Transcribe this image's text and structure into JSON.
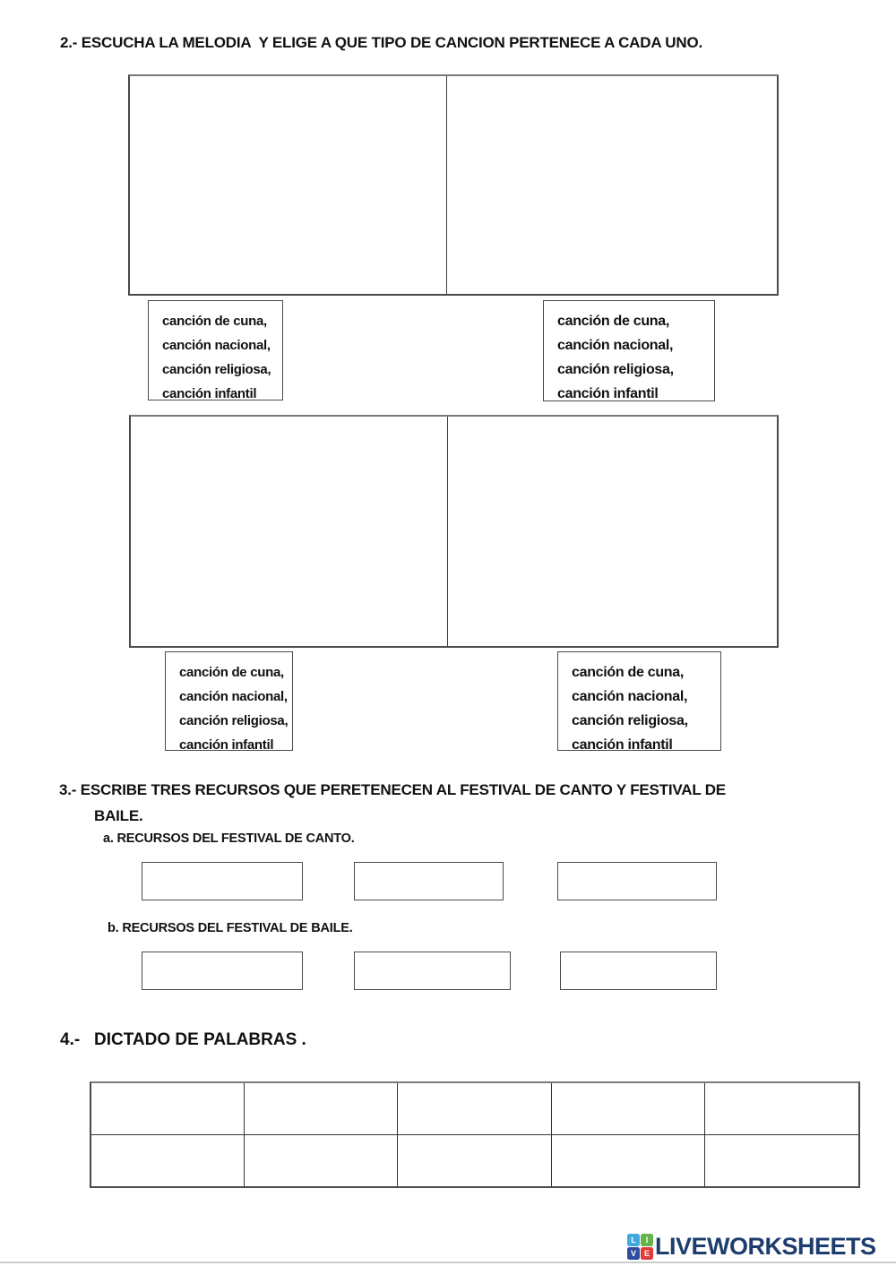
{
  "section2": {
    "title": "2.- ESCUCHA LA MELODIA  Y ELIGE A QUE TIPO DE CANCION PERTENECE A CADA UNO.",
    "option_lines": [
      "canción de cuna,",
      "canción nacional,",
      "canción religiosa,",
      "canción infantil"
    ]
  },
  "section3": {
    "title_line1": "3.- ESCRIBE TRES RECURSOS QUE PERETENECEN AL FESTIVAL DE CANTO Y FESTIVAL DE",
    "title_line2": "BAILE.",
    "item_a_label": "a. RECURSOS DEL FESTIVAL DE CANTO.",
    "item_b_label": "b. RECURSOS DEL FESTIVAL DE BAILE."
  },
  "section4": {
    "title": "4.-   DICTADO DE PALABRAS ."
  },
  "answers": {
    "canto": [
      "",
      "",
      ""
    ],
    "baile": [
      "",
      "",
      ""
    ],
    "dictation": [
      [
        "",
        "",
        "",
        "",
        ""
      ],
      [
        "",
        "",
        "",
        "",
        ""
      ]
    ]
  },
  "footer": {
    "logo_text": "LIVEWORKSHEETS",
    "logo_text_color": "#1d3d6e",
    "logo_grid": [
      {
        "letter": "L",
        "color": "#3fa9e0"
      },
      {
        "letter": "I",
        "color": "#62b54a"
      },
      {
        "letter": "V",
        "color": "#2e4d9e"
      },
      {
        "letter": "E",
        "color": "#e23b3b"
      }
    ]
  }
}
